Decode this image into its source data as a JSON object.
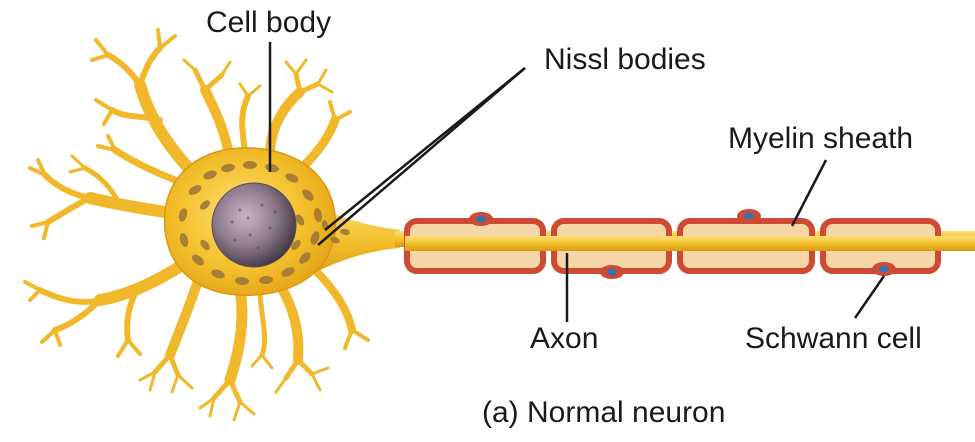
{
  "labels": {
    "cell_body": "Cell body",
    "nissl_bodies": "Nissl bodies",
    "myelin_sheath": "Myelin sheath",
    "axon": "Axon",
    "schwann_cell": "Schwann cell"
  },
  "caption": "(a) Normal neuron",
  "colors": {
    "neuron_fill": "#f5c12e",
    "neuron_highlight": "#fbe07a",
    "neuron_edge": "#d99a12",
    "nissl": "#9c7437",
    "nucleus": "#8d7a8c",
    "myelin_border": "#cf4a33",
    "myelin_fill": "#f6d6a6",
    "schwann_nucleus": "#3d6fae",
    "leader_line": "#1a1a1a"
  }
}
